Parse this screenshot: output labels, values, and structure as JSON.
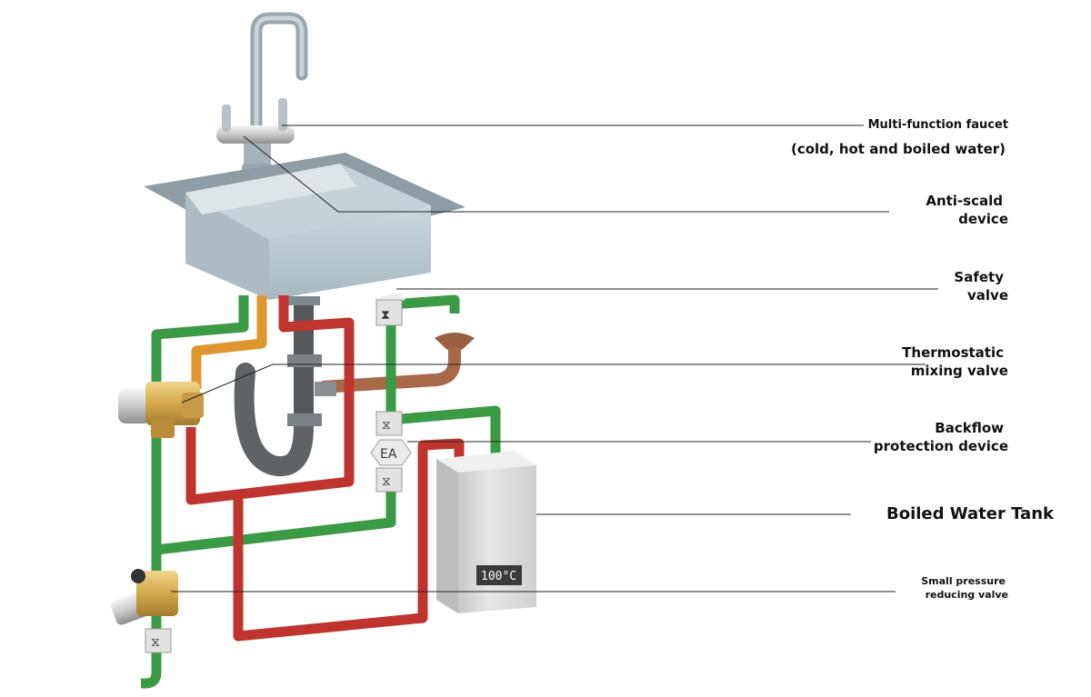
{
  "labels": {
    "faucet": "Multi-function faucet",
    "faucet_sub": "(cold, hot and boiled water)",
    "anti_scald_1": "Anti-scald",
    "anti_scald_2": "device",
    "safety_1": "Safety",
    "safety_2": "valve",
    "thermo_1": "Thermostatic",
    "thermo_2": "mixing valve",
    "backflow_1": "Backflow",
    "backflow_2": "protection device",
    "tank": "Boiled Water Tank",
    "pressure_1": "Small pressure",
    "pressure_2": "reducing valve"
  },
  "tank_display": "100°C",
  "backflow_mark": "EA",
  "colors": {
    "cold_pipe": "#3a9a45",
    "hot_pipe": "#c0342f",
    "warm_pipe": "#e0962e",
    "drain": "#5f6366",
    "drain_copper": "#a8694a",
    "brass": "#d9b25a",
    "sink": "#b9c7ce",
    "tank": "#dcdcdc"
  }
}
